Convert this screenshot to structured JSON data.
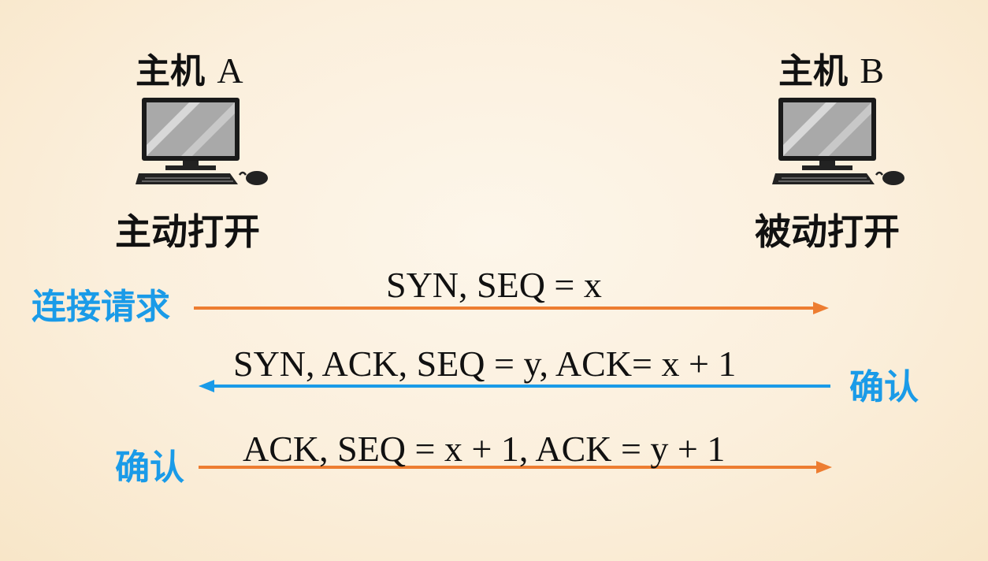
{
  "host_a": {
    "title_cn": "主机",
    "title_letter": "A",
    "mode": "主动打开"
  },
  "host_b": {
    "title_cn": "主机",
    "title_letter": "B",
    "mode": "被动打开"
  },
  "messages": [
    {
      "text": "SYN, SEQ = x",
      "direction": "A-to-B",
      "color": "#ed7d31",
      "side_label": "连接请求",
      "side": "left"
    },
    {
      "text": "SYN, ACK, SEQ = y, ACK= x + 1",
      "direction": "B-to-A",
      "color": "#1a9be8",
      "side_label": "确认",
      "side": "right"
    },
    {
      "text": "ACK, SEQ = x + 1, ACK = y + 1",
      "direction": "A-to-B",
      "color": "#ed7d31",
      "side_label": "确认",
      "side": "left"
    }
  ],
  "icons": {
    "host_a": "desktop-computer-icon",
    "host_b": "desktop-computer-icon"
  },
  "colors": {
    "request_arrow": "#ed7d31",
    "reply_arrow": "#1a9be8",
    "side_label": "#1a9be8"
  }
}
